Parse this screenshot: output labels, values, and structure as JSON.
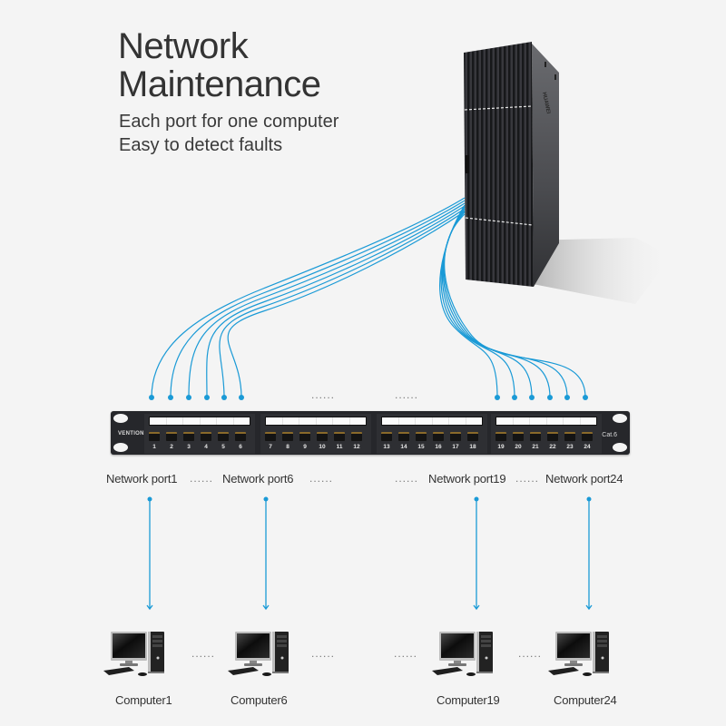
{
  "header": {
    "title_line1": "Network",
    "title_line2": "Maintenance",
    "subtitle_line1": "Each port for one computer",
    "subtitle_line2": "Easy to detect faults"
  },
  "server": {
    "brand": "HUAWEI",
    "icon": "server-cabinet-icon"
  },
  "patch_panel": {
    "brand": "VENTION",
    "category": "Cat.6",
    "port_numbers": [
      "1",
      "2",
      "3",
      "4",
      "5",
      "6",
      "7",
      "8",
      "9",
      "10",
      "11",
      "12",
      "13",
      "14",
      "15",
      "16",
      "17",
      "18",
      "19",
      "20",
      "21",
      "22",
      "23",
      "24"
    ],
    "cable_connected_ports": [
      "1",
      "2",
      "3",
      "4",
      "5",
      "6",
      "19",
      "20",
      "21",
      "22",
      "23",
      "24"
    ]
  },
  "ellipsis": "......",
  "port_labels": [
    "Network port1",
    "Network port6",
    "Network port19",
    "Network port24"
  ],
  "computers": [
    {
      "label": "Computer1",
      "icon": "desktop-computer-icon"
    },
    {
      "label": "Computer6",
      "icon": "desktop-computer-icon"
    },
    {
      "label": "Computer19",
      "icon": "desktop-computer-icon"
    },
    {
      "label": "Computer24",
      "icon": "desktop-computer-icon"
    }
  ],
  "colors": {
    "background": "#f4f4f4",
    "cable": "#1a9ad6",
    "text": "#333333",
    "panel": "#26272b"
  }
}
